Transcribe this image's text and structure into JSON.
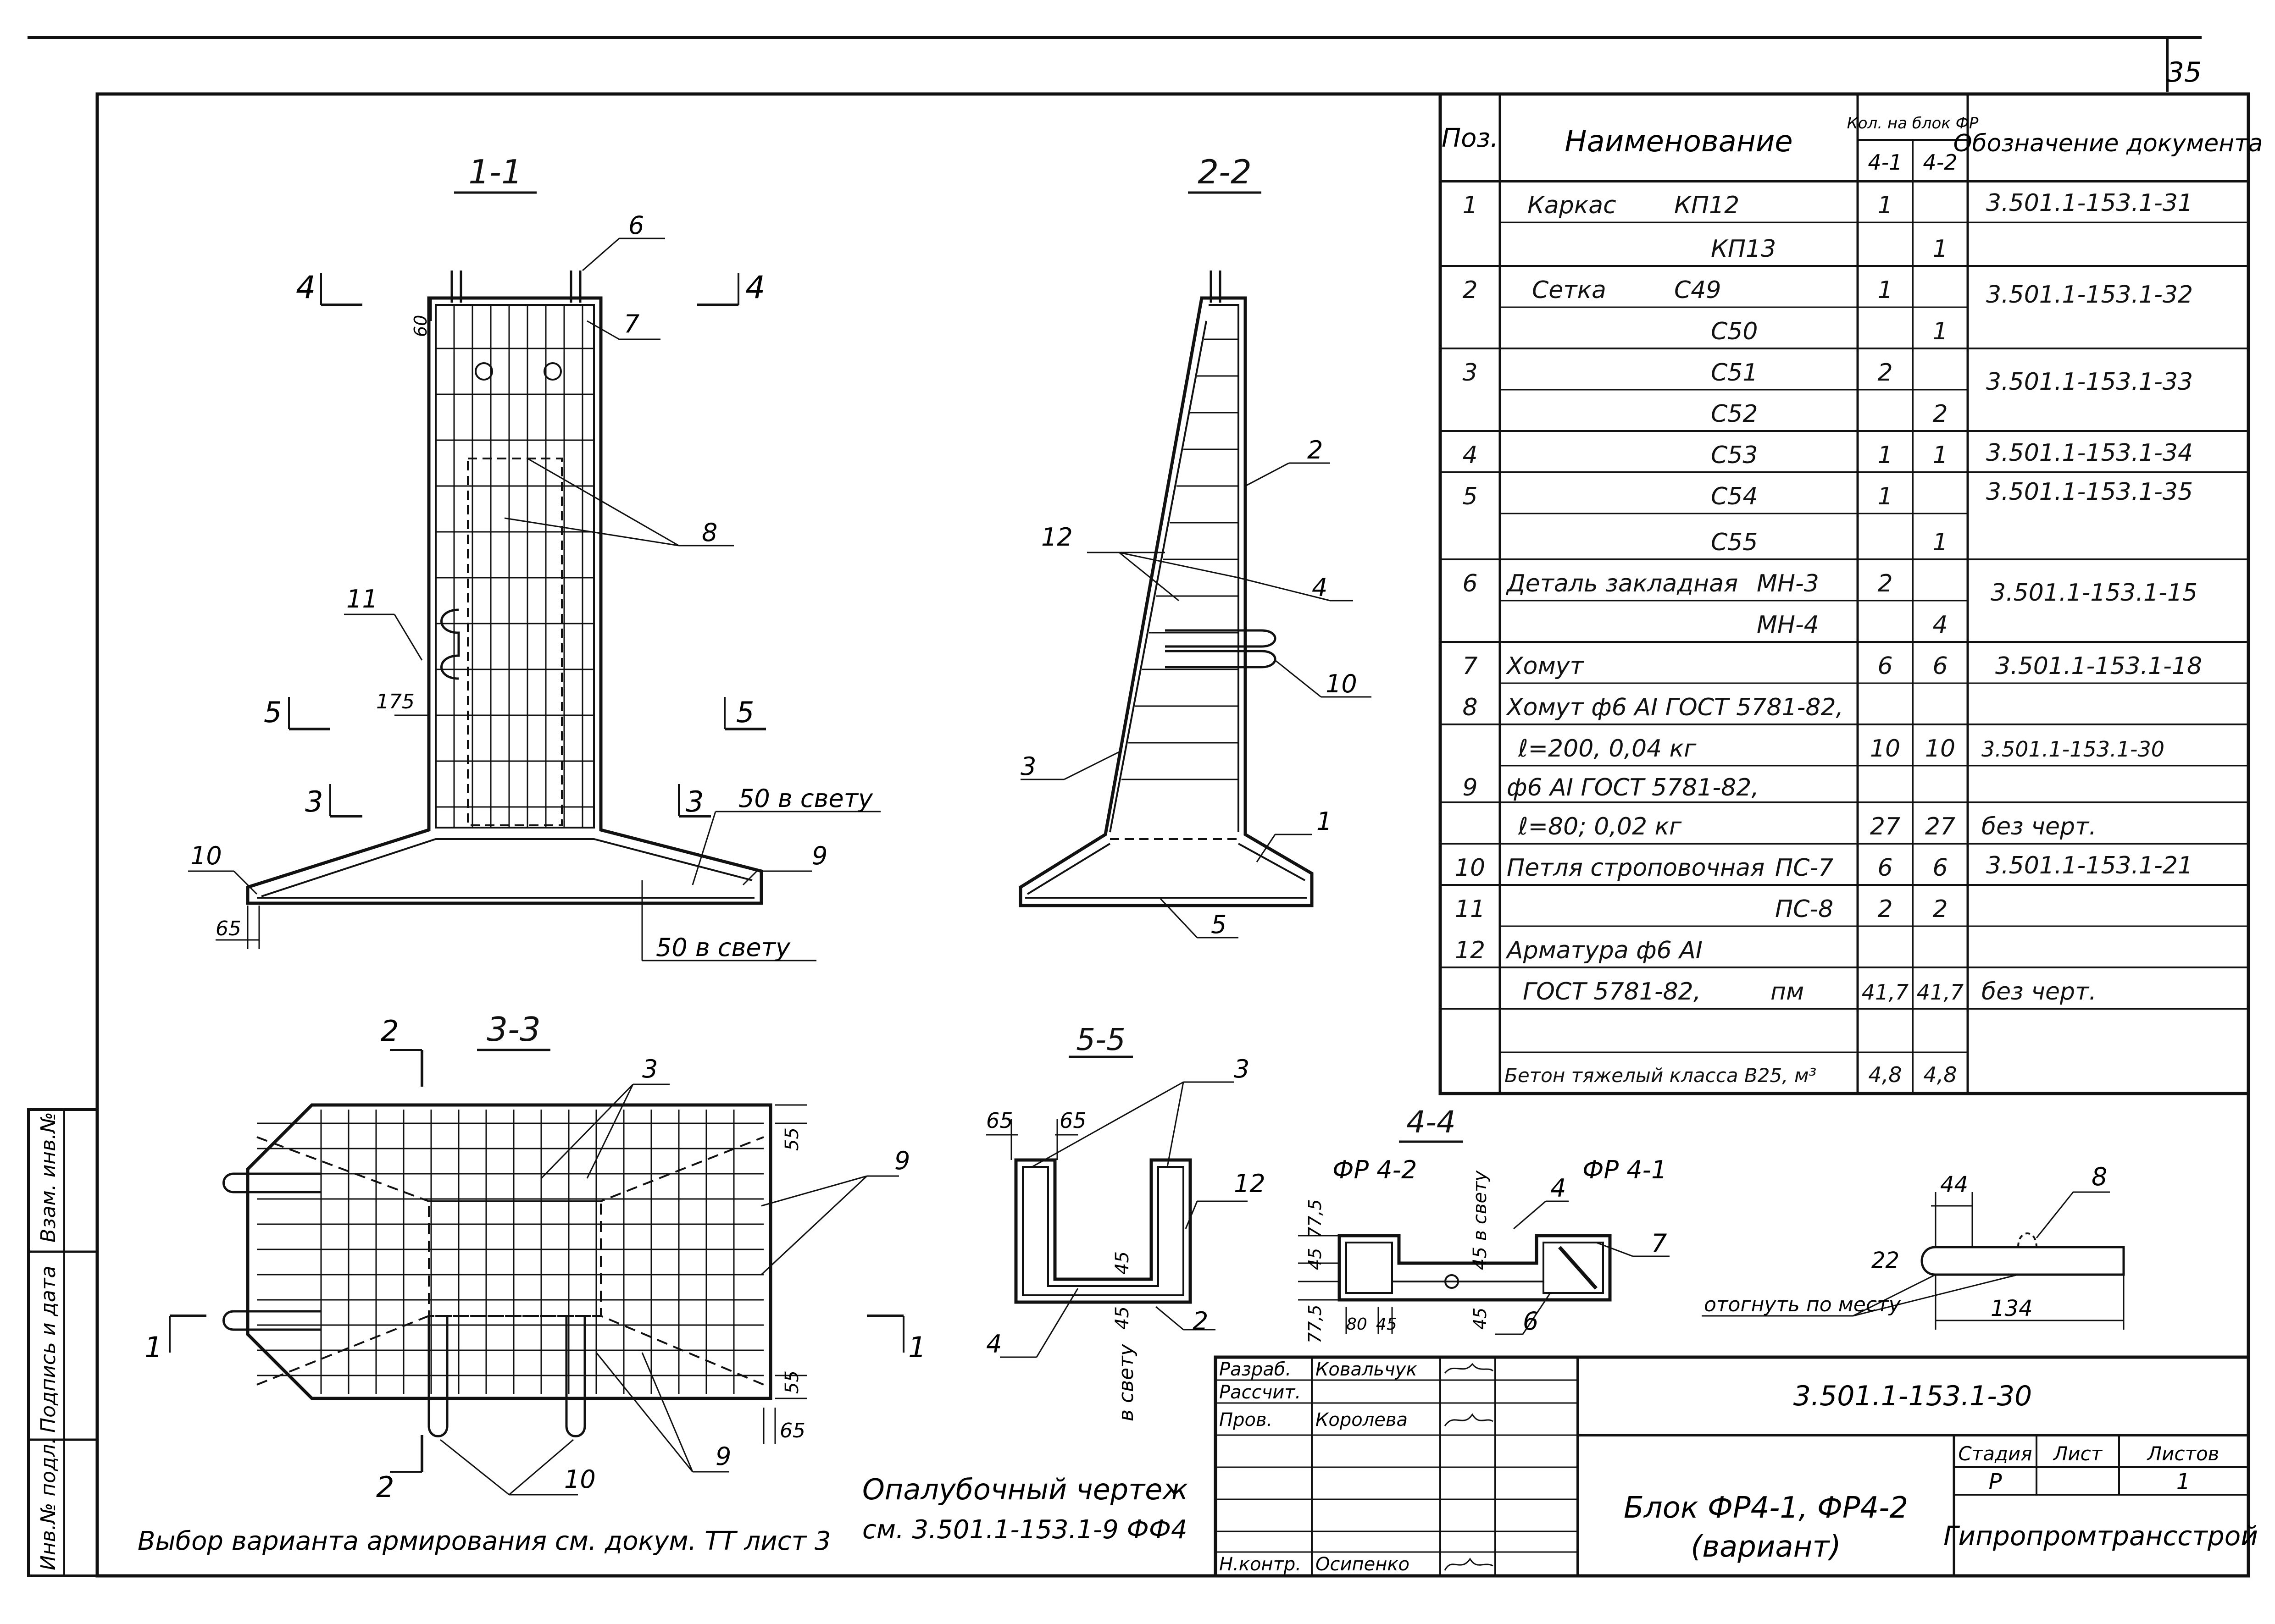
{
  "sheet": {
    "page_number": "35",
    "note_reinforcement": "Выбор варианта армирования см. докум. ТТ лист 3",
    "note_formwork_1": "Опалубочный чертеж",
    "note_formwork_2": "см. 3.501.1-153.1-9 ФФ4"
  },
  "side_strip": [
    "Инв.№ подл.",
    "Подпись и дата",
    "Взам. инв.№"
  ],
  "section_1_1": {
    "title": "1-1",
    "cut_4": "4",
    "cut_5": "5",
    "cut_3": "3",
    "dim_60": "60",
    "dim_175": "175",
    "dim_65": "65",
    "note_clear_top": "50 в свету",
    "note_clear_bottom": "50 в свету",
    "leaders": [
      "6",
      "7",
      "8",
      "11",
      "10",
      "9"
    ]
  },
  "section_2_2": {
    "title": "2-2",
    "leaders": [
      "2",
      "12",
      "4",
      "10",
      "3",
      "1",
      "5"
    ]
  },
  "section_3_3": {
    "title": "3-3",
    "cut_2": "2",
    "cut_1": "1",
    "dim_55": "55",
    "dim_65": "65",
    "leaders": [
      "3",
      "9",
      "10",
      "9"
    ]
  },
  "section_5_5": {
    "title": "5-5",
    "dim_65a": "65",
    "dim_65b": "65",
    "dim_45a": "45",
    "dim_45b": "45",
    "note_clear": "в свету",
    "leaders": [
      "3",
      "12",
      "4",
      "2"
    ]
  },
  "section_4_4": {
    "title": "4-4",
    "label_a": "ФР 4-2",
    "label_b": "ФР 4-1",
    "dim_77_5a": "77,5",
    "dim_45a": "45",
    "dim_77_5b": "77,5",
    "dim_80": "80",
    "dim_45b": "45",
    "dim_45c": "45",
    "note_clear": "45 в свету",
    "leaders": [
      "4",
      "7",
      "6"
    ]
  },
  "detail_8": {
    "dim_44": "44",
    "dim_22": "22",
    "dim_134": "134",
    "leader": "8",
    "note": "отогнуть по месту"
  },
  "spec_table": {
    "headers": {
      "pos": "Поз.",
      "name": "Наименование",
      "qty": "Кол. на блок ФР",
      "qty_a": "4-1",
      "qty_b": "4-2",
      "doc": "Обозначение документа"
    },
    "rows": [
      {
        "pos": "1",
        "name": "Каркас",
        "mark": "КП12",
        "q1": "1",
        "q2": "",
        "doc": "3.501.1-153.1-31"
      },
      {
        "pos": "",
        "name": "",
        "mark": "КП13",
        "q1": "",
        "q2": "1",
        "doc": ""
      },
      {
        "pos": "2",
        "name": "Сетка",
        "mark": "С49",
        "q1": "1",
        "q2": "",
        "doc": "3.501.1-153.1-32"
      },
      {
        "pos": "",
        "name": "",
        "mark": "С50",
        "q1": "",
        "q2": "1",
        "doc": ""
      },
      {
        "pos": "3",
        "name": "",
        "mark": "С51",
        "q1": "2",
        "q2": "",
        "doc": "3.501.1-153.1-33"
      },
      {
        "pos": "",
        "name": "",
        "mark": "С52",
        "q1": "",
        "q2": "2",
        "doc": ""
      },
      {
        "pos": "4",
        "name": "",
        "mark": "С53",
        "q1": "1",
        "q2": "1",
        "doc": "3.501.1-153.1-34"
      },
      {
        "pos": "5",
        "name": "",
        "mark": "С54",
        "q1": "1",
        "q2": "",
        "doc": "3.501.1-153.1-35"
      },
      {
        "pos": "",
        "name": "",
        "mark": "С55",
        "q1": "",
        "q2": "1",
        "doc": ""
      },
      {
        "pos": "6",
        "name": "Деталь закладная",
        "mark": "МН-3",
        "q1": "2",
        "q2": "",
        "doc": "3.501.1-153.1-15"
      },
      {
        "pos": "",
        "name": "",
        "mark": "МН-4",
        "q1": "",
        "q2": "4",
        "doc": ""
      },
      {
        "pos": "7",
        "name": "Хомут",
        "mark": "",
        "q1": "6",
        "q2": "6",
        "doc": "3.501.1-153.1-18"
      },
      {
        "pos": "8",
        "name": "Хомут ф6 АI ГОСТ 5781-82,",
        "mark": "",
        "q1": "",
        "q2": "",
        "doc": ""
      },
      {
        "pos": "",
        "name": "ℓ=200, 0,04 кг",
        "mark": "",
        "q1": "10",
        "q2": "10",
        "doc": "3.501.1-153.1-30"
      },
      {
        "pos": "9",
        "name": "ф6 АI ГОСТ 5781-82,",
        "mark": "",
        "q1": "",
        "q2": "",
        "doc": ""
      },
      {
        "pos": "",
        "name": "ℓ=80; 0,02 кг",
        "mark": "",
        "q1": "27",
        "q2": "27",
        "doc": "без черт."
      },
      {
        "pos": "10",
        "name": "Петля строповочная",
        "mark": "ПС-7",
        "q1": "6",
        "q2": "6",
        "doc": "3.501.1-153.1-21"
      },
      {
        "pos": "11",
        "name": "",
        "mark": "ПС-8",
        "q1": "2",
        "q2": "2",
        "doc": ""
      },
      {
        "pos": "12",
        "name": "Арматура ф6 АI",
        "mark": "",
        "q1": "",
        "q2": "",
        "doc": ""
      },
      {
        "pos": "",
        "name": "ГОСТ 5781-82,",
        "mark": "пм",
        "q1": "41,7",
        "q2": "41,7",
        "doc": "без черт."
      },
      {
        "pos": "",
        "name": "Бетон тяжелый класса В25, м³",
        "mark": "",
        "q1": "4,8",
        "q2": "4,8",
        "doc": ""
      }
    ]
  },
  "title_block": {
    "roles": [
      "Разраб.",
      "Рассчит.",
      "Пров.",
      "",
      "",
      "",
      "Н.контр."
    ],
    "names": [
      "Ковальчук",
      "",
      "Королева",
      "",
      "",
      "",
      "Осипенко"
    ],
    "doc_code": "3.501.1-153.1-30",
    "title_line1": "Блок ФР4-1, ФР4-2",
    "title_line2": "(вариант)",
    "stage_label": "Стадия",
    "sheet_label": "Лист",
    "sheets_label": "Листов",
    "stage": "Р",
    "sheets": "1",
    "org": "Гипропромтрансстрой"
  }
}
